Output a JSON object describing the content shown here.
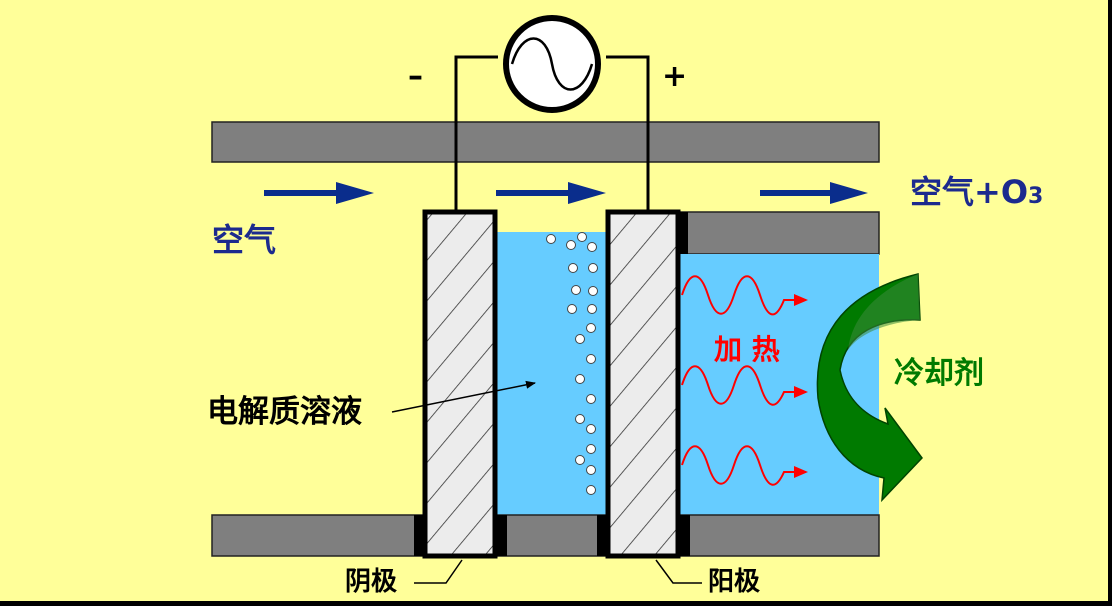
{
  "labels": {
    "minus": "–",
    "plus": "+",
    "air_in": "空气",
    "air_out_prefix": "空气+O",
    "air_out_sub": "3",
    "electrolyte": "电解质溶液",
    "heat": "加 热",
    "coolant": "冷却剂",
    "cathode": "阴极",
    "anode": "阳极"
  },
  "colors": {
    "background": "#ffff99",
    "wall": "#7f7f7f",
    "solution": "#66ccff",
    "air_arrow": "#0a2d8c",
    "text_air": "#1c2a8e",
    "heat": "#ff0000",
    "coolant": "#007a00"
  },
  "icons": {
    "power_source": "ac-source-icon",
    "bubbles": "oxygen-bubble-icon"
  }
}
